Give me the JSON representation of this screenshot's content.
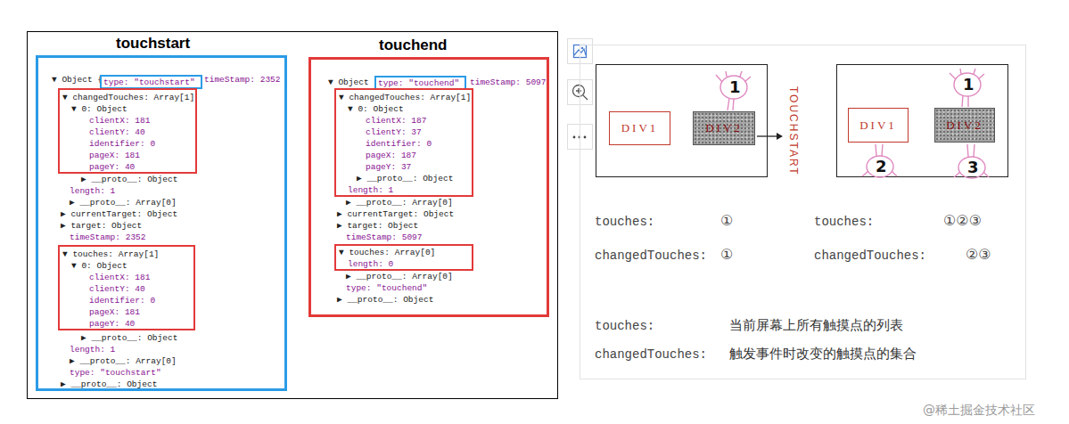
{
  "diagram": {
    "nodes": [
      {
        "text": [
          "touchstart",
          "▼ Object {",
          "timeStamp: 2352",
          "▶ __proto__: Object",
          "length: 1",
          "▶ __proto__: Array[0]",
          "▶ currentTarget: Object",
          "▶ target: Object",
          "timeStamp: 2352",
          "▶ __proto__: Object",
          "length: 1",
          "▶ __proto__: Array[0]",
          "type: \"touchstart\"",
          "▶ __proto__: Object"
        ]
      },
      {
        "text": [
          "type: \"touchstart\""
        ],
        "in": 0
      },
      {
        "text": [
          "▼ changedTouches: Array[1]",
          "▼ 0: Object",
          "clientX: 181",
          "clientY: 40",
          "identifier: 0",
          "pageX: 181",
          "pageY: 40"
        ],
        "in": 0
      },
      {
        "text": [
          "▼ touches: Array[1]",
          "▼ 0: Object",
          "clientX: 181",
          "clientY: 40",
          "identifier: 0",
          "pageX: 181",
          "pageY: 40"
        ],
        "in": 0
      },
      {
        "text": [
          "touchend",
          "▼ Object",
          "timeStamp: 5097",
          "▶ __proto__: Array[0]",
          "▶ currentTarget: Object",
          "▶ target: Object",
          "timeStamp: 5097",
          "▶ __proto__: Array[0]",
          "type: \"touchend\"",
          "▶ __proto__: Object"
        ]
      },
      {
        "text": [
          "type: \"touchend\""
        ],
        "in": 4
      },
      {
        "text": [
          "▼ changedTouches: Array[1]",
          "▼ 0: Object",
          "clientX: 187",
          "clientY: 37",
          "identifier: 0",
          "pageX: 187",
          "pageY: 37",
          "▶ __proto__: Object",
          "length: 1"
        ],
        "in": 4
      },
      {
        "text": [
          "▼ touches: Array[0]",
          "length: 0"
        ],
        "in": 4
      },
      {
        "text": [
          "DIV1"
        ]
      },
      {
        "text": [
          "DIV2"
        ]
      },
      {
        "text": [
          "DIV1"
        ]
      },
      {
        "text": [
          "DIV2"
        ]
      }
    ],
    "labels": [
      "TOUCHSTART",
      "1",
      "1",
      "2",
      "3",
      "touches:",
      "①",
      "touches:",
      "①②③",
      "changedTouches:",
      "①",
      "changedTouches:",
      "②③",
      "touches:",
      "当前屏幕上所有触摸点的列表",
      "changedTouches:",
      "触发事件时改变的触摸点的集合",
      "@稀土掘金技术社区"
    ]
  }
}
